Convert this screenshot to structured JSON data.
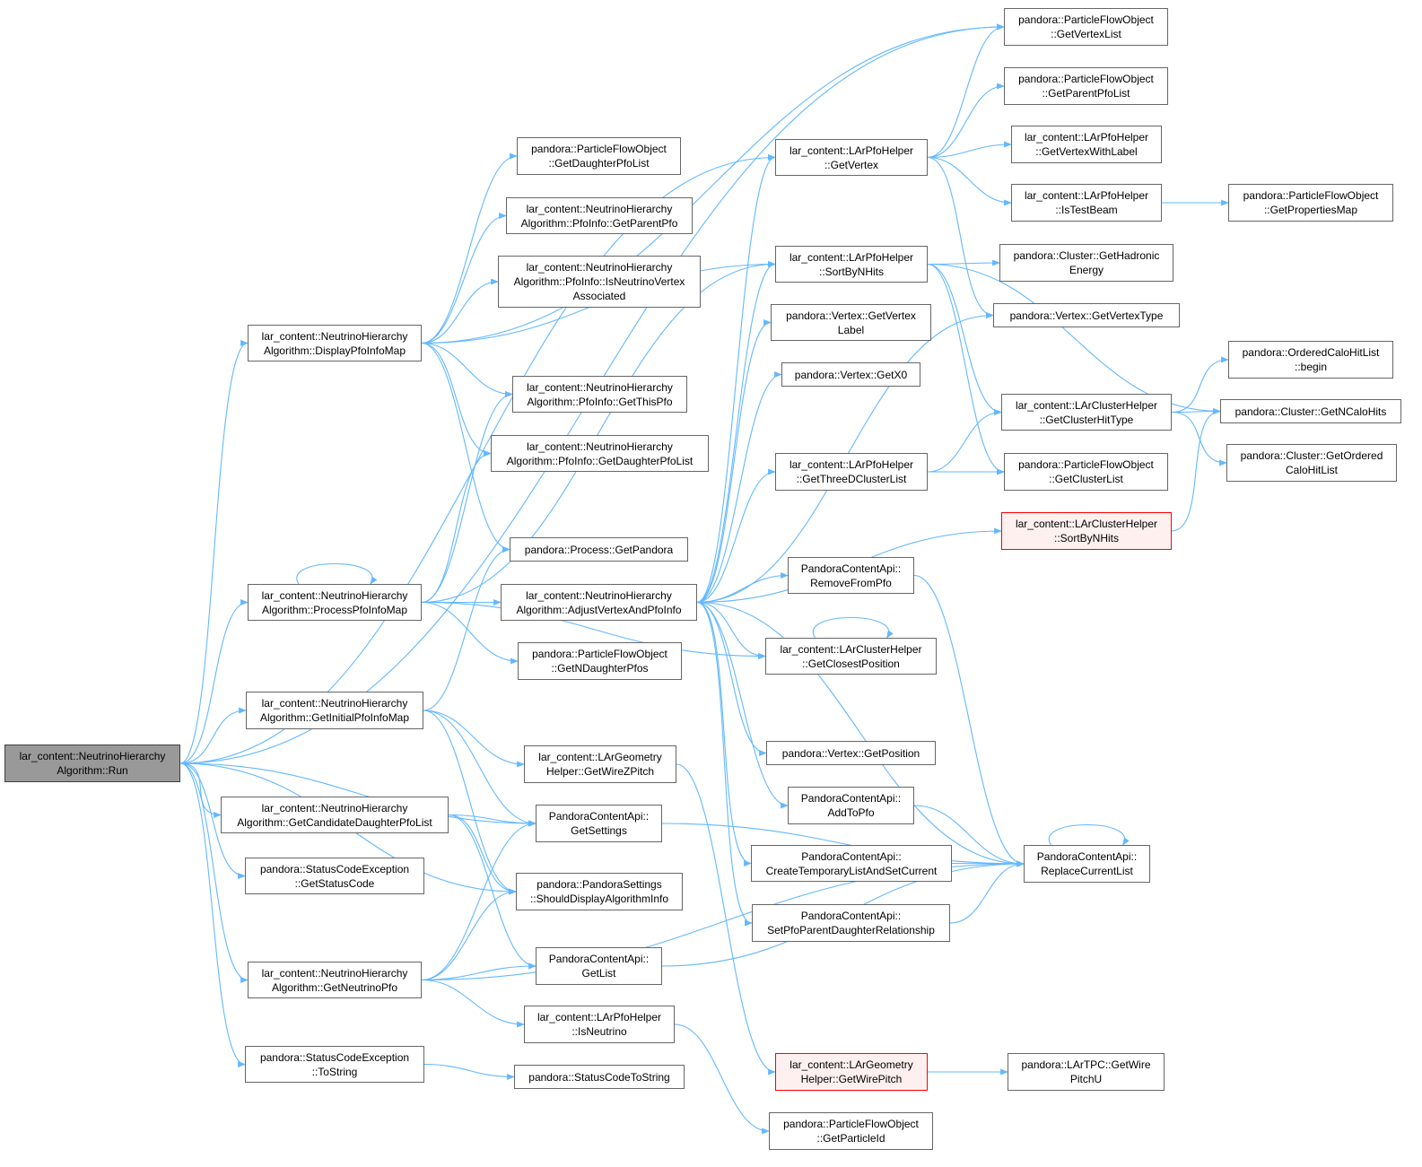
{
  "colors": {
    "edge": "#63b8ff",
    "node_border": "#666666",
    "root_fill": "#999999",
    "highlight_border": "#ff0000",
    "highlight_fill": "#fff0f0"
  },
  "nodes": [
    {
      "id": "run",
      "label": "lar_content::NeutrinoHierarchy\nAlgorithm::Run",
      "style": "root"
    },
    {
      "id": "displayMap",
      "label": "lar_content::NeutrinoHierarchy\nAlgorithm::DisplayPfoInfoMap"
    },
    {
      "id": "processMap",
      "label": "lar_content::NeutrinoHierarchy\nAlgorithm::ProcessPfoInfoMap"
    },
    {
      "id": "initialMap",
      "label": "lar_content::NeutrinoHierarchy\nAlgorithm::GetInitialPfoInfoMap"
    },
    {
      "id": "candidates",
      "label": "lar_content::NeutrinoHierarchy\nAlgorithm::GetCandidateDaughterPfoList"
    },
    {
      "id": "statusCode",
      "label": "pandora::StatusCodeException\n::GetStatusCode"
    },
    {
      "id": "neutrinoPfo",
      "label": "lar_content::NeutrinoHierarchy\nAlgorithm::GetNeutrinoPfo"
    },
    {
      "id": "toString",
      "label": "pandora::StatusCodeException\n::ToString"
    },
    {
      "id": "getDaughterPfoList",
      "label": "pandora::ParticleFlowObject\n::GetDaughterPfoList"
    },
    {
      "id": "getParentPfo",
      "label": "lar_content::NeutrinoHierarchy\nAlgorithm::PfoInfo::GetParentPfo"
    },
    {
      "id": "isNuVtx",
      "label": "lar_content::NeutrinoHierarchy\nAlgorithm::PfoInfo::IsNeutrinoVertex\nAssociated"
    },
    {
      "id": "getThisPfo",
      "label": "lar_content::NeutrinoHierarchy\nAlgorithm::PfoInfo::GetThisPfo"
    },
    {
      "id": "infoDaughters",
      "label": "lar_content::NeutrinoHierarchy\nAlgorithm::PfoInfo::GetDaughterPfoList"
    },
    {
      "id": "getPandora",
      "label": "pandora::Process::GetPandora"
    },
    {
      "id": "adjust",
      "label": "lar_content::NeutrinoHierarchy\nAlgorithm::AdjustVertexAndPfoInfo"
    },
    {
      "id": "getNDaughters",
      "label": "pandora::ParticleFlowObject\n::GetNDaughterPfos"
    },
    {
      "id": "wireZPitch",
      "label": "lar_content::LArGeometry\nHelper::GetWireZPitch"
    },
    {
      "id": "getSettings",
      "label": "PandoraContentApi::\nGetSettings"
    },
    {
      "id": "shouldDisplay",
      "label": "pandora::PandoraSettings\n::ShouldDisplayAlgorithmInfo"
    },
    {
      "id": "getList",
      "label": "PandoraContentApi::\nGetList"
    },
    {
      "id": "isNeutrino",
      "label": "lar_content::LArPfoHelper\n::IsNeutrino"
    },
    {
      "id": "statusToString",
      "label": "pandora::StatusCodeToString"
    },
    {
      "id": "pfoGetVertex",
      "label": "lar_content::LArPfoHelper\n::GetVertex"
    },
    {
      "id": "pfoSortByNHits",
      "label": "lar_content::LArPfoHelper\n::SortByNHits"
    },
    {
      "id": "vtxLabel",
      "label": "pandora::Vertex::GetVertex\nLabel"
    },
    {
      "id": "vtxX0",
      "label": "pandora::Vertex::GetX0"
    },
    {
      "id": "threeD",
      "label": "lar_content::LArPfoHelper\n::GetThreeDClusterList"
    },
    {
      "id": "removeFromPfo",
      "label": "PandoraContentApi::\nRemoveFromPfo"
    },
    {
      "id": "closestPos",
      "label": "lar_content::LArClusterHelper\n::GetClosestPosition"
    },
    {
      "id": "vtxPos",
      "label": "pandora::Vertex::GetPosition"
    },
    {
      "id": "addToPfo",
      "label": "PandoraContentApi::\nAddToPfo"
    },
    {
      "id": "createTemp",
      "label": "PandoraContentApi::\nCreateTemporaryListAndSetCurrent"
    },
    {
      "id": "setParentDaughter",
      "label": "PandoraContentApi::\nSetPfoParentDaughterRelationship"
    },
    {
      "id": "wirePitch",
      "label": "lar_content::LArGeometry\nHelper::GetWirePitch",
      "style": "red"
    },
    {
      "id": "particleId",
      "label": "pandora::ParticleFlowObject\n::GetParticleId"
    },
    {
      "id": "getVertexList",
      "label": "pandora::ParticleFlowObject\n::GetVertexList"
    },
    {
      "id": "getParentPfoList",
      "label": "pandora::ParticleFlowObject\n::GetParentPfoList"
    },
    {
      "id": "vtxWithLabel",
      "label": "lar_content::LArPfoHelper\n::GetVertexWithLabel"
    },
    {
      "id": "isTestBeam",
      "label": "lar_content::LArPfoHelper\n::IsTestBeam"
    },
    {
      "id": "hadronic",
      "label": "pandora::Cluster::GetHadronic\nEnergy"
    },
    {
      "id": "vtxType",
      "label": "pandora::Vertex::GetVertexType"
    },
    {
      "id": "clusterHitType",
      "label": "lar_content::LArClusterHelper\n::GetClusterHitType"
    },
    {
      "id": "getClusterList",
      "label": "pandora::ParticleFlowObject\n::GetClusterList"
    },
    {
      "id": "clusterSort",
      "label": "lar_content::LArClusterHelper\n::SortByNHits",
      "style": "red"
    },
    {
      "id": "replaceList",
      "label": "PandoraContentApi::\nReplaceCurrentList"
    },
    {
      "id": "wirePitchU",
      "label": "pandora::LArTPC::GetWire\nPitchU"
    },
    {
      "id": "propertiesMap",
      "label": "pandora::ParticleFlowObject\n::GetPropertiesMap"
    },
    {
      "id": "orderedBegin",
      "label": "pandora::OrderedCaloHitList\n::begin"
    },
    {
      "id": "nCaloHits",
      "label": "pandora::Cluster::GetNCaloHits"
    },
    {
      "id": "orderedCalo",
      "label": "pandora::Cluster::GetOrdered\nCaloHitList"
    }
  ],
  "edges": [
    [
      "run",
      "getVertexList"
    ],
    [
      "run",
      "pfoGetVertex"
    ],
    [
      "run",
      "displayMap"
    ],
    [
      "run",
      "processMap"
    ],
    [
      "run",
      "initialMap"
    ],
    [
      "run",
      "candidates"
    ],
    [
      "run",
      "statusCode"
    ],
    [
      "run",
      "neutrinoPfo"
    ],
    [
      "run",
      "toString"
    ],
    [
      "run",
      "getSettings"
    ],
    [
      "run",
      "shouldDisplay"
    ],
    [
      "displayMap",
      "getVertexList"
    ],
    [
      "displayMap",
      "getDaughterPfoList"
    ],
    [
      "displayMap",
      "getParentPfo"
    ],
    [
      "displayMap",
      "isNuVtx"
    ],
    [
      "displayMap",
      "getThisPfo"
    ],
    [
      "displayMap",
      "infoDaughters"
    ],
    [
      "displayMap",
      "getPandora"
    ],
    [
      "displayMap",
      "pfoSortByNHits"
    ],
    [
      "processMap",
      "processMap"
    ],
    [
      "processMap",
      "adjust"
    ],
    [
      "processMap",
      "getThisPfo"
    ],
    [
      "processMap",
      "infoDaughters"
    ],
    [
      "processMap",
      "getNDaughters"
    ],
    [
      "processMap",
      "pfoSortByNHits"
    ],
    [
      "processMap",
      "closestPos"
    ],
    [
      "initialMap",
      "getPandora"
    ],
    [
      "initialMap",
      "wireZPitch"
    ],
    [
      "initialMap",
      "getSettings"
    ],
    [
      "initialMap",
      "shouldDisplay"
    ],
    [
      "candidates",
      "getSettings"
    ],
    [
      "candidates",
      "shouldDisplay"
    ],
    [
      "candidates",
      "getList"
    ],
    [
      "neutrinoPfo",
      "getSettings"
    ],
    [
      "neutrinoPfo",
      "shouldDisplay"
    ],
    [
      "neutrinoPfo",
      "getList"
    ],
    [
      "neutrinoPfo",
      "isNeutrino"
    ],
    [
      "neutrinoPfo",
      "replaceList"
    ],
    [
      "toString",
      "statusToString"
    ],
    [
      "adjust",
      "pfoGetVertex"
    ],
    [
      "adjust",
      "pfoSortByNHits"
    ],
    [
      "adjust",
      "vtxLabel"
    ],
    [
      "adjust",
      "vtxX0"
    ],
    [
      "adjust",
      "threeD"
    ],
    [
      "adjust",
      "removeFromPfo"
    ],
    [
      "adjust",
      "closestPos"
    ],
    [
      "adjust",
      "vtxPos"
    ],
    [
      "adjust",
      "addToPfo"
    ],
    [
      "adjust",
      "createTemp"
    ],
    [
      "adjust",
      "setParentDaughter"
    ],
    [
      "adjust",
      "clusterSort"
    ],
    [
      "adjust",
      "vtxType"
    ],
    [
      "adjust",
      "replaceList"
    ],
    [
      "wireZPitch",
      "wirePitch"
    ],
    [
      "getSettings",
      "replaceList"
    ],
    [
      "getList",
      "replaceList"
    ],
    [
      "isNeutrino",
      "particleId"
    ],
    [
      "wirePitch",
      "wirePitchU"
    ],
    [
      "pfoGetVertex",
      "getVertexList"
    ],
    [
      "pfoGetVertex",
      "getParentPfoList"
    ],
    [
      "pfoGetVertex",
      "vtxWithLabel"
    ],
    [
      "pfoGetVertex",
      "isTestBeam"
    ],
    [
      "pfoGetVertex",
      "vtxType"
    ],
    [
      "pfoSortByNHits",
      "hadronic"
    ],
    [
      "pfoSortByNHits",
      "clusterHitType"
    ],
    [
      "pfoSortByNHits",
      "getClusterList"
    ],
    [
      "pfoSortByNHits",
      "nCaloHits"
    ],
    [
      "threeD",
      "clusterHitType"
    ],
    [
      "threeD",
      "getClusterList"
    ],
    [
      "closestPos",
      "closestPos"
    ],
    [
      "removeFromPfo",
      "replaceList"
    ],
    [
      "addToPfo",
      "replaceList"
    ],
    [
      "createTemp",
      "replaceList"
    ],
    [
      "setParentDaughter",
      "replaceList"
    ],
    [
      "replaceList",
      "replaceList"
    ],
    [
      "isTestBeam",
      "propertiesMap"
    ],
    [
      "clusterHitType",
      "orderedBegin"
    ],
    [
      "clusterHitType",
      "nCaloHits"
    ],
    [
      "clusterHitType",
      "orderedCalo"
    ],
    [
      "clusterSort",
      "nCaloHits"
    ]
  ]
}
